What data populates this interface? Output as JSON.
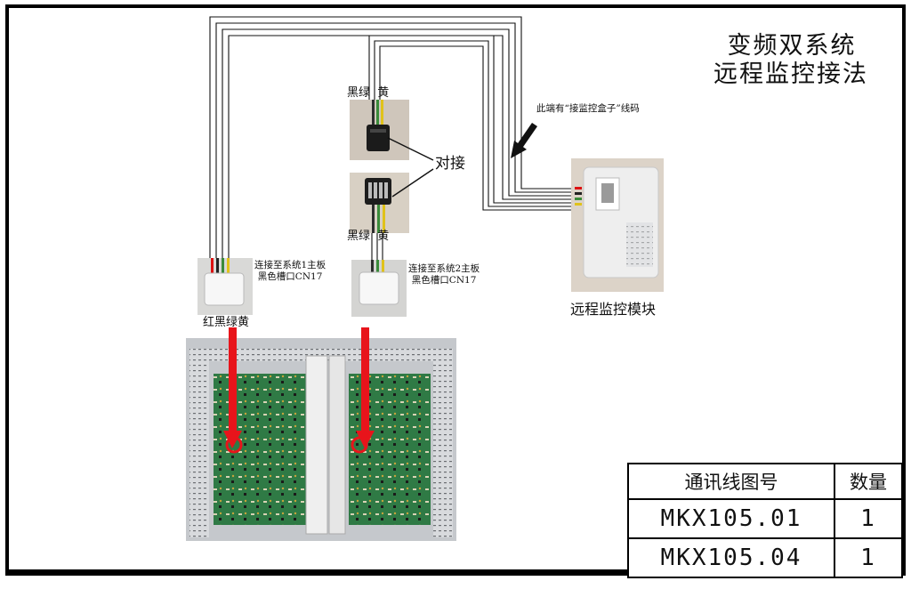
{
  "title": {
    "line1": "变频双系统",
    "line2": "远程监控接法"
  },
  "labels": {
    "wire_colors_top": "黑绿  黄",
    "wire_colors_bottom": "黑绿  黄",
    "mate": "对接",
    "cable_note": "此端有“接监控盒子”线码",
    "system1_target": "连接至系统1主板\n黑色槽口CN17",
    "system2_target": "连接至系统2主板\n黑色槽口CN17",
    "system1_wires": "红黑绿黄",
    "module": "远程监控模块"
  },
  "table": {
    "headers": [
      "通讯线图号",
      "数量"
    ],
    "rows": [
      {
        "code": "MKX105.01",
        "qty": "1"
      },
      {
        "code": "MKX105.04",
        "qty": "1"
      }
    ]
  },
  "colors": {
    "arrow_red": "#e8141b",
    "board_green": "#2f7a45",
    "frame": "#000000"
  }
}
